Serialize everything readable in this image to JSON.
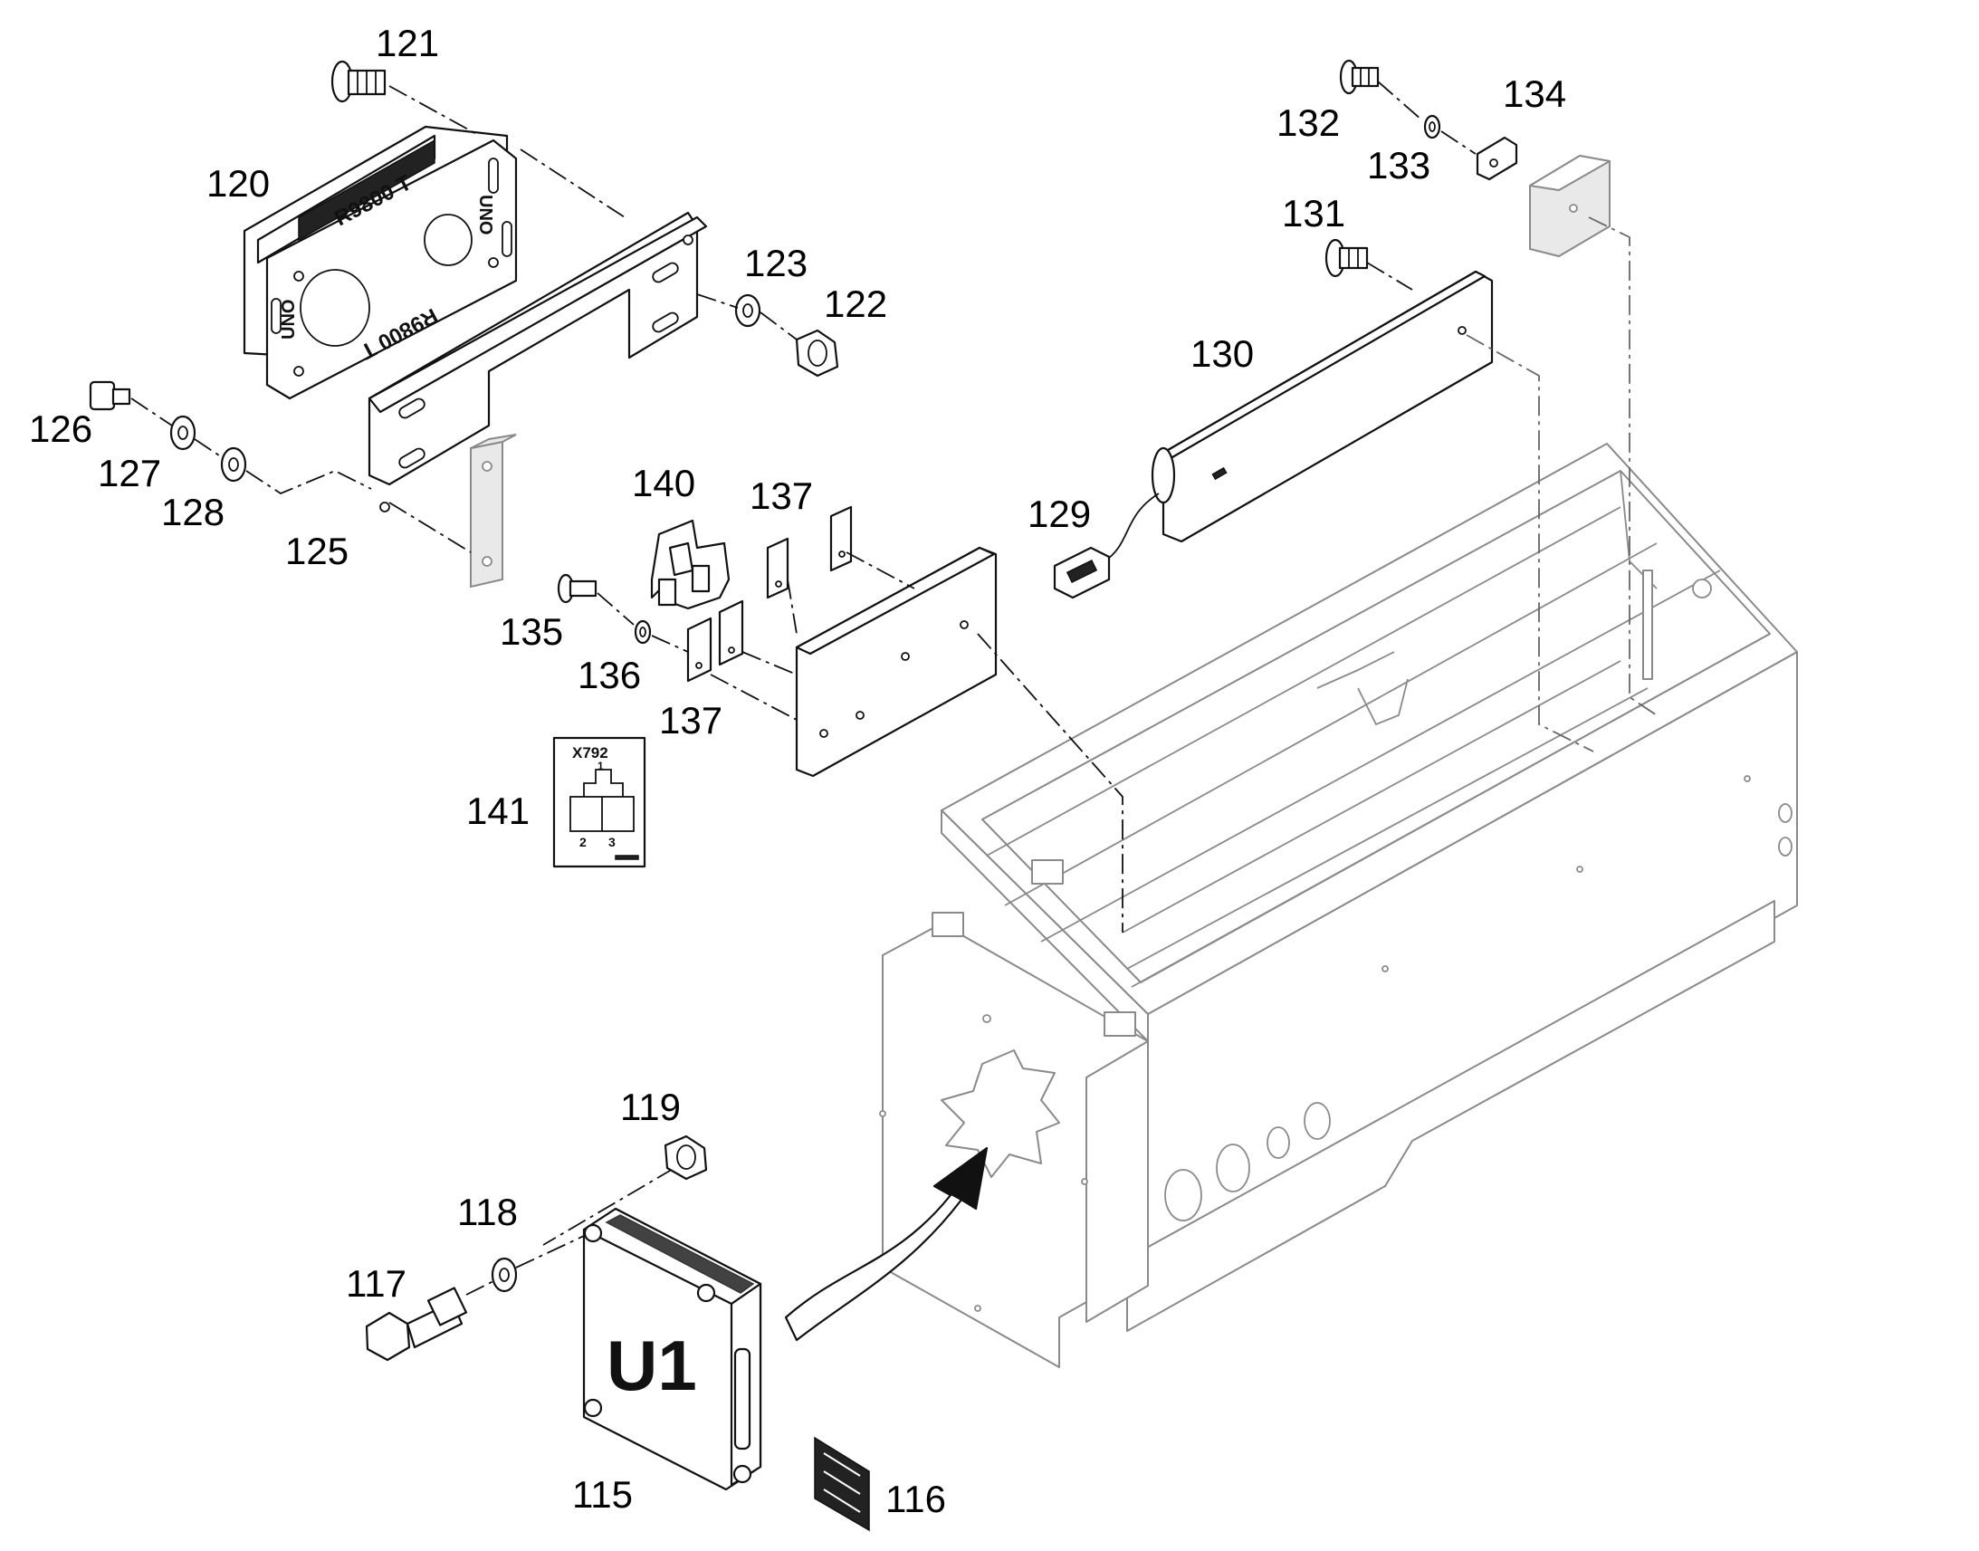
{
  "callouts": {
    "c115": "115",
    "c116": "116",
    "c117": "117",
    "c118": "118",
    "c119": "119",
    "c120": "120",
    "c121": "121",
    "c122": "122",
    "c123": "123",
    "c125": "125",
    "c126": "126",
    "c127": "127",
    "c128": "128",
    "c129": "129",
    "c130": "130",
    "c131": "131",
    "c132": "132",
    "c133": "133",
    "c134": "134",
    "c135": "135",
    "c136": "136",
    "c137a": "137",
    "c137b": "137",
    "c140": "140",
    "c141": "141"
  },
  "relay_markings": {
    "model_top": "R9800 T",
    "model_bottom": "R9800 T",
    "side_left": "UNO",
    "side_right": "UNO"
  },
  "decal_141": {
    "title": "X792",
    "pin1": "1",
    "pin2": "2",
    "pin3": "3"
  },
  "controller_115": {
    "label": "U1"
  },
  "colors": {
    "ink": "#111111",
    "context_gray": "#8a8a8a",
    "background": "#ffffff"
  }
}
